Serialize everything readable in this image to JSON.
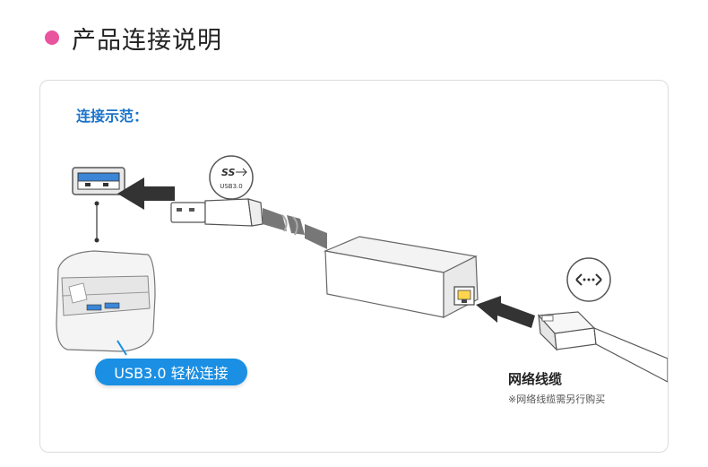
{
  "header": {
    "title": "产品连接说明",
    "bullet_color": "#e9549e"
  },
  "panel": {
    "section_label": "连接示范：",
    "usb_badge": {
      "logo_text": "SS",
      "version": "USB3.0"
    },
    "usb_connect_label": "USB3.0 轻松连接",
    "cable_label": "网络线缆",
    "cable_note": "※网络线缆需另行购买",
    "accent_color": "#1a8fe3",
    "label_color": "#1a73c8"
  },
  "icons": [
    "usb-port-icon",
    "arrow-icon",
    "usb-ss-badge-icon",
    "ethernet-network-icon",
    "rj45-plug-icon"
  ]
}
